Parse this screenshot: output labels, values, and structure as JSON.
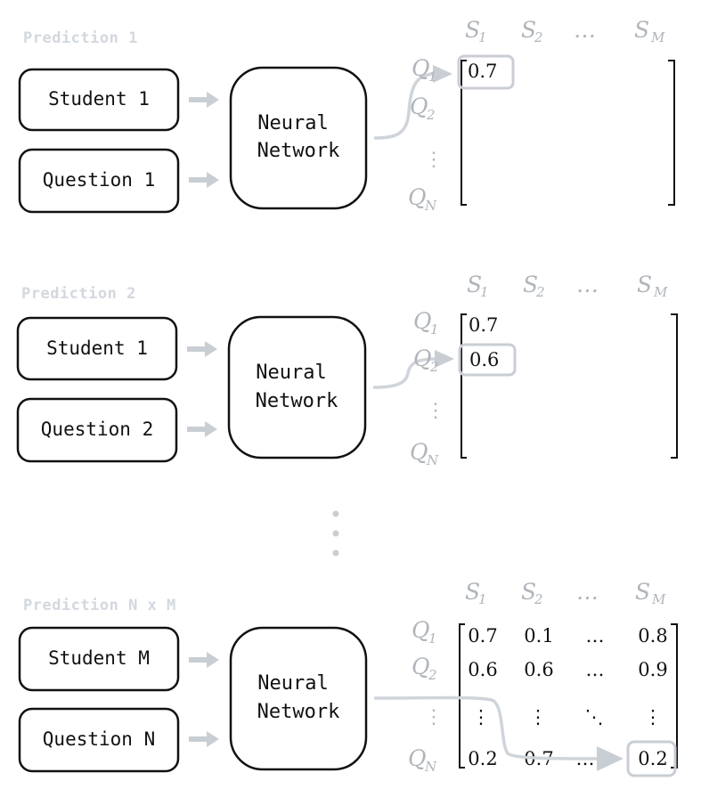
{
  "panels": [
    {
      "title": "Prediction 1",
      "student": "Student 1",
      "question": "Question 1",
      "network": [
        "Neural",
        "Network"
      ],
      "col_headers": [
        "S",
        "S",
        "…",
        "S"
      ],
      "col_subs": [
        "1",
        "2",
        "",
        "M"
      ],
      "row_headers": [
        "Q",
        "Q",
        "⋮",
        "Q"
      ],
      "row_subs": [
        "1",
        "2",
        "",
        "N"
      ],
      "values": [
        "0.7"
      ]
    },
    {
      "title": "Prediction 2",
      "student": "Student 1",
      "question": "Question 2",
      "network": [
        "Neural",
        "Network"
      ],
      "col_headers": [
        "S",
        "S",
        "…",
        "S"
      ],
      "col_subs": [
        "1",
        "2",
        "",
        "M"
      ],
      "row_headers": [
        "Q",
        "Q",
        "⋮",
        "Q"
      ],
      "row_subs": [
        "1",
        "2",
        "",
        "N"
      ],
      "values": [
        "0.7",
        "0.6"
      ]
    },
    {
      "title": "Prediction N x M",
      "student": "Student M",
      "question": "Question N",
      "network": [
        "Neural",
        "Network"
      ],
      "col_headers": [
        "S",
        "S",
        "…",
        "S"
      ],
      "col_subs": [
        "1",
        "2",
        "",
        "M"
      ],
      "row_headers": [
        "Q",
        "Q",
        "⋮",
        "Q"
      ],
      "row_subs": [
        "1",
        "2",
        "",
        "N"
      ],
      "matrix": [
        [
          "0.7",
          "0.1",
          "…",
          "0.8"
        ],
        [
          "0.6",
          "0.6",
          "…",
          "0.9"
        ],
        [
          "⋮",
          "⋮",
          "⋱",
          "⋮"
        ],
        [
          "0.2",
          "0.7",
          "…",
          "0.2"
        ]
      ]
    }
  ],
  "between_dots": "⋮",
  "colors": {
    "accent_gray": "#c9ced4",
    "title_gray": "#d3d8de",
    "ink": "#111111"
  }
}
